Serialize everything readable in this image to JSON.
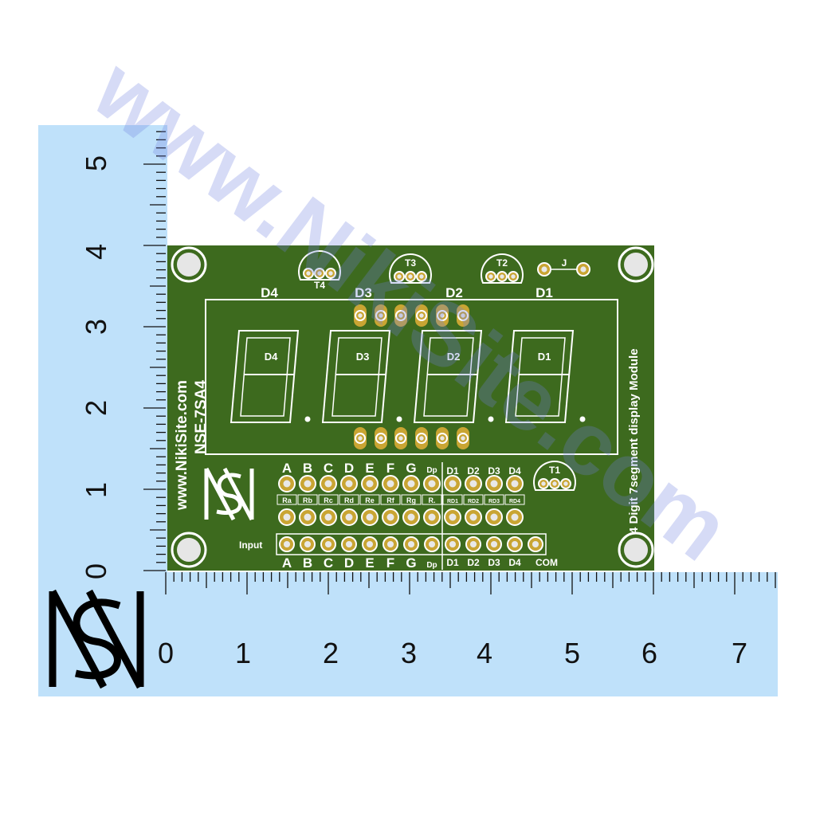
{
  "colors": {
    "ruler": "#bfe1fa",
    "pcb": "#3d6a1e",
    "gold": "#c9a533",
    "silk": "#ffffff",
    "watermark": "#6f7fe0"
  },
  "ruler": {
    "vertical_labels": [
      "0",
      "1",
      "2",
      "3",
      "4",
      "5"
    ],
    "horizontal_labels": [
      "0",
      "1",
      "2",
      "3",
      "4",
      "5",
      "6",
      "7"
    ]
  },
  "board": {
    "site": "www.NikiSite.com",
    "model": "NSE-7SA4",
    "title": "4 Digit 7segment display Module",
    "digit_headers": [
      "D4",
      "D3",
      "D2",
      "D1"
    ],
    "digit_labels": [
      "D4",
      "D3",
      "D2",
      "D1"
    ],
    "transistors": [
      "T4",
      "T3",
      "T2",
      "T1"
    ],
    "jumper": "J",
    "top_labels": [
      "A",
      "B",
      "C",
      "D",
      "E",
      "F",
      "G",
      "Dp",
      "D1",
      "D2",
      "D3",
      "D4"
    ],
    "resistor_labels": [
      "Ra",
      "Rb",
      "Rc",
      "Rd",
      "Re",
      "Rf",
      "Rg",
      "R.",
      "RD1",
      "RD2",
      "RD3",
      "RD4"
    ],
    "input_label": "Input",
    "bottom_labels": [
      "A",
      "B",
      "C",
      "D",
      "E",
      "F",
      "G",
      "Dp",
      "D1",
      "D2",
      "D3",
      "D4",
      "COM"
    ]
  },
  "watermark": "www.NikiSite.com"
}
